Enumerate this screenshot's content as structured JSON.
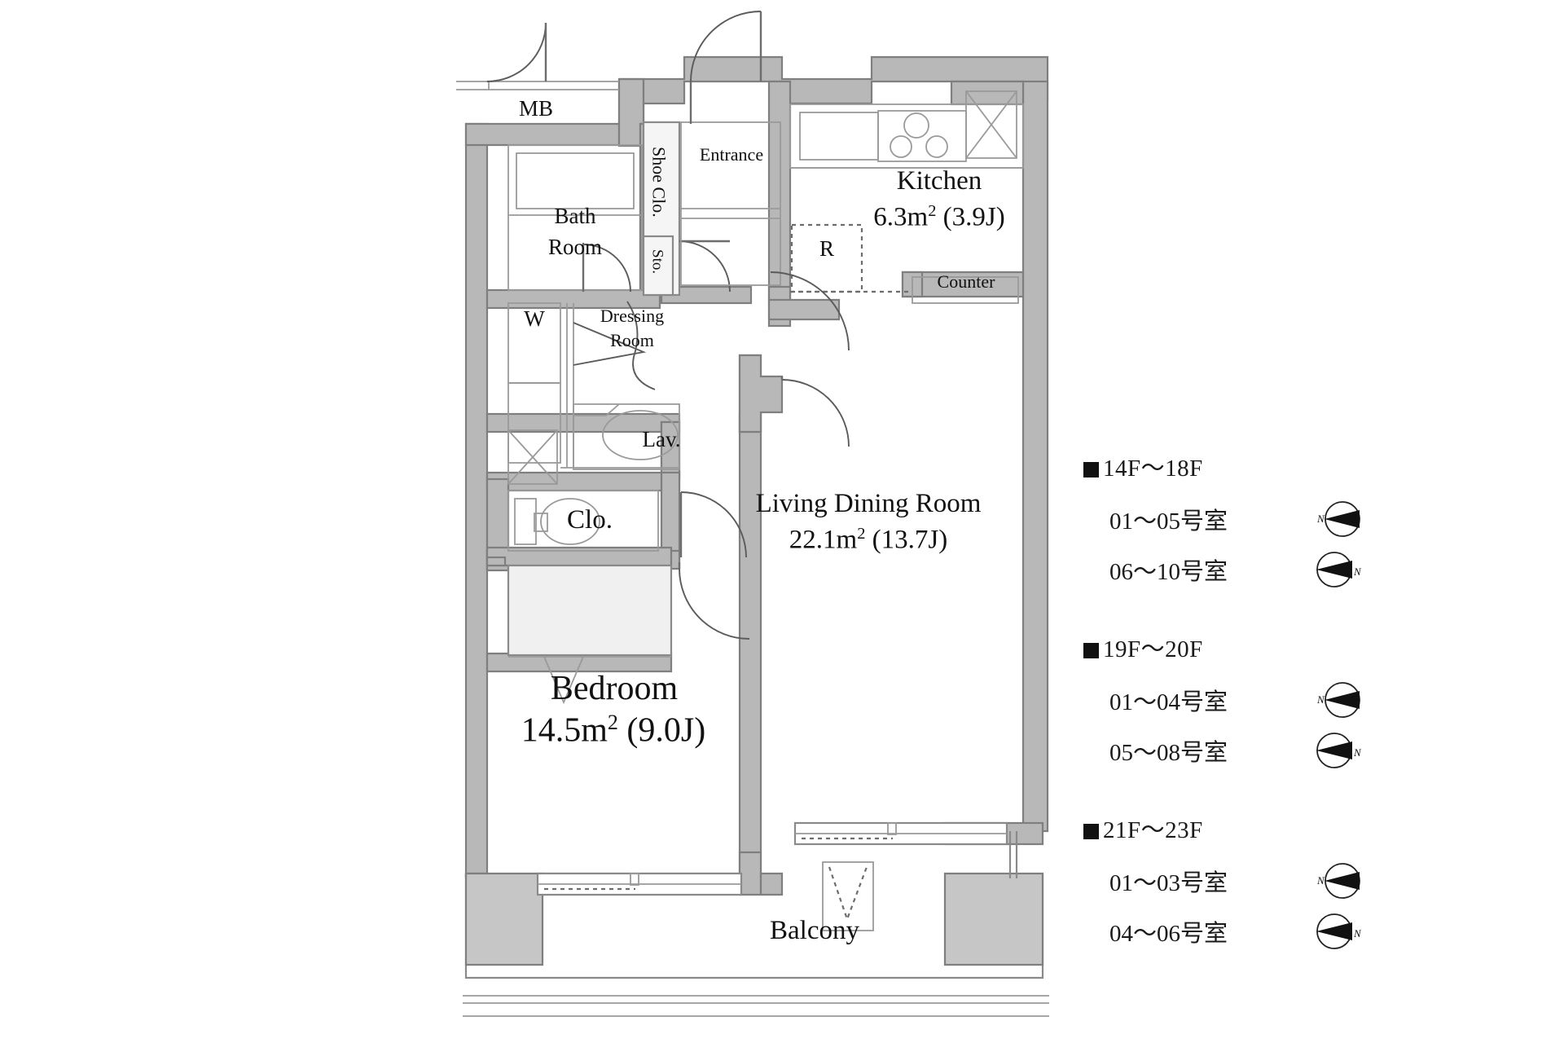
{
  "plan": {
    "rooms": [
      {
        "id": "mb",
        "name": "MB",
        "area": ""
      },
      {
        "id": "bath",
        "name": "Bath\nRoom",
        "area": ""
      },
      {
        "id": "shoe_clo",
        "name": "Shoe Clo.",
        "area": ""
      },
      {
        "id": "entrance",
        "name": "Entrance",
        "area": ""
      },
      {
        "id": "sto",
        "name": "Sto.",
        "area": ""
      },
      {
        "id": "washer",
        "name": "W",
        "area": ""
      },
      {
        "id": "dressing",
        "name": "Dressing",
        "area": ""
      },
      {
        "id": "lav",
        "name": "Lav.",
        "area": ""
      },
      {
        "id": "clo",
        "name": "Clo.",
        "area": ""
      },
      {
        "id": "fridge",
        "name": "R",
        "area": ""
      },
      {
        "id": "counter",
        "name": "Counter",
        "area": ""
      },
      {
        "id": "balcony",
        "name": "Balcony",
        "area": ""
      }
    ],
    "labels": {
      "mb": "MB",
      "bath_line1": "Bath",
      "bath_line2": "Room",
      "shoe_clo": "Shoe Clo.",
      "entrance": "Entrance",
      "sto": "Sto.",
      "washer": "W",
      "dressing_line1": "Dressing",
      "dressing_line2": "Room",
      "lav": "Lav.",
      "closet": "Clo.",
      "fridge": "R",
      "counter": "Counter",
      "balcony": "Balcony",
      "kitchen_name": "Kitchen",
      "kitchen_area_num": "6.3",
      "kitchen_area_unit": "m",
      "kitchen_area_sup": "2",
      "kitchen_area_jo": " (3.9J)",
      "ldr_name": "Living Dining Room",
      "ldr_area_num": "22.1",
      "ldr_area_unit": "m",
      "ldr_area_sup": "2",
      "ldr_area_jo": " (13.7J)",
      "bedroom_name": "Bedroom",
      "bedroom_area_num": "14.5",
      "bedroom_area_unit": "m",
      "bedroom_area_sup": "2",
      "bedroom_area_jo": " (9.0J)"
    },
    "colors": {
      "wall_fill": "#b8b8b8",
      "wall_stroke": "#7f7f7f",
      "thin_line": "#8a8a8a",
      "closet_fill": "#f0f0f0",
      "text": "#111111",
      "balcony_fill": "#ffffff",
      "pillar_fill": "#c6c6c6"
    }
  },
  "legend": {
    "groups": [
      {
        "floors": "14F〜18F",
        "rows": [
          {
            "units": "01〜05号室",
            "compass": "north-left-arrow-right"
          },
          {
            "units": "06〜10号室",
            "compass": "north-right-arrow-right"
          }
        ]
      },
      {
        "floors": "19F〜20F",
        "rows": [
          {
            "units": "01〜04号室",
            "compass": "north-left-arrow-right"
          },
          {
            "units": "05〜08号室",
            "compass": "north-right-arrow-right"
          }
        ]
      },
      {
        "floors": "21F〜23F",
        "rows": [
          {
            "units": "01〜03号室",
            "compass": "north-left-arrow-right"
          },
          {
            "units": "04〜06号室",
            "compass": "north-right-arrow-right"
          }
        ]
      }
    ],
    "bullet": "■",
    "compass_letter": "N"
  }
}
